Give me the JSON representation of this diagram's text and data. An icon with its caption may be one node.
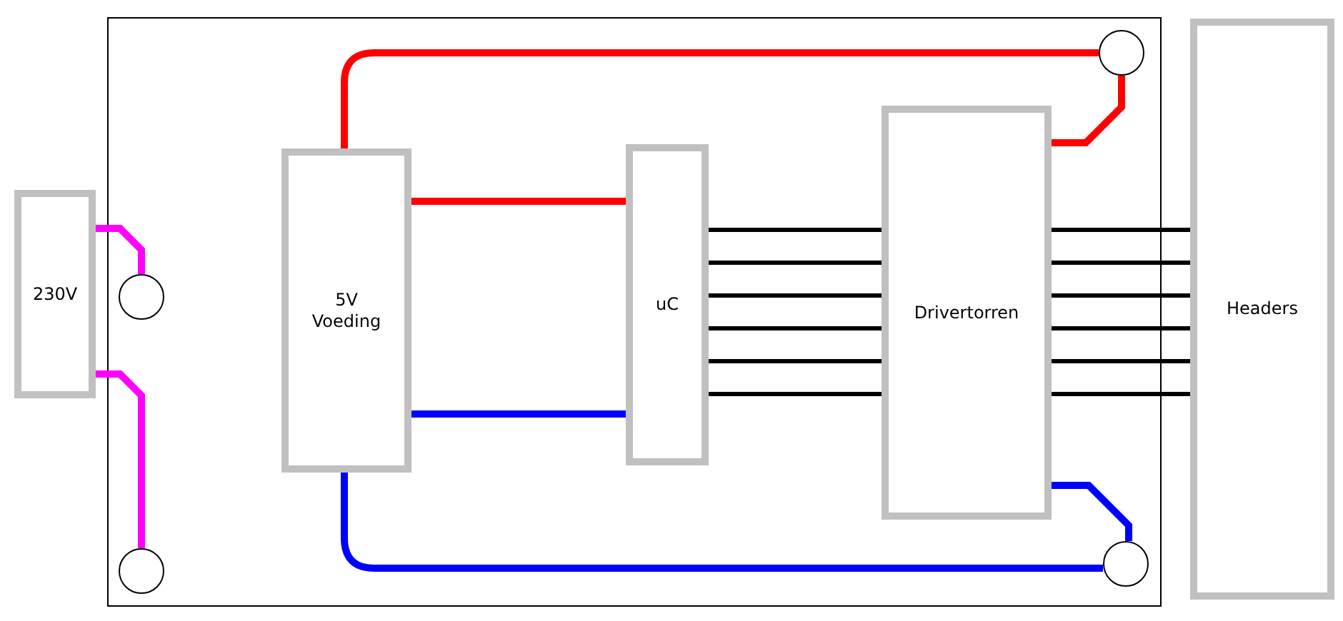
{
  "diagram": {
    "nodes": [
      {
        "text": [],
        "shape": "box"
      },
      {
        "text": [
          "230V"
        ]
      },
      {
        "text": [
          "5V Voeding"
        ],
        "in": 0
      },
      {
        "text": [
          "uC"
        ],
        "in": 0
      },
      {
        "text": [
          "Drivertorren"
        ],
        "in": 0
      },
      {
        "text": [
          "Headers"
        ]
      },
      {
        "text": [],
        "shape": "circle",
        "in": 0
      },
      {
        "text": [],
        "shape": "circle",
        "in": 0
      },
      {
        "text": [],
        "shape": "circle",
        "in": 0
      },
      {
        "text": [],
        "shape": "circle",
        "in": 0
      }
    ],
    "edges": [
      {
        "from": 1,
        "to": 6,
        "arrow": "none",
        "color": "#ff00ff"
      },
      {
        "from": 1,
        "to": 7,
        "arrow": "none",
        "color": "#ff00ff"
      },
      {
        "from": 2,
        "to": 8,
        "arrow": "none",
        "color": "#ff0000"
      },
      {
        "from": 4,
        "to": 8,
        "arrow": "none",
        "color": "#ff0000"
      },
      {
        "from": 2,
        "to": 3,
        "arrow": "none",
        "color": "#ff0000"
      },
      {
        "from": 2,
        "to": 3,
        "arrow": "none",
        "color": "#0000ff"
      },
      {
        "from": 2,
        "to": 9,
        "arrow": "none",
        "color": "#0000ff"
      },
      {
        "from": 4,
        "to": 9,
        "arrow": "none",
        "color": "#0000ff"
      },
      {
        "from": 3,
        "to": 4,
        "arrow": "none"
      },
      {
        "from": 3,
        "to": 4,
        "arrow": "none"
      },
      {
        "from": 3,
        "to": 4,
        "arrow": "none"
      },
      {
        "from": 3,
        "to": 4,
        "arrow": "none"
      },
      {
        "from": 3,
        "to": 4,
        "arrow": "none"
      },
      {
        "from": 3,
        "to": 4,
        "arrow": "none"
      },
      {
        "from": 4,
        "to": 5,
        "arrow": "none"
      },
      {
        "from": 4,
        "to": 5,
        "arrow": "none"
      },
      {
        "from": 4,
        "to": 5,
        "arrow": "none"
      },
      {
        "from": 4,
        "to": 5,
        "arrow": "none"
      },
      {
        "from": 4,
        "to": 5,
        "arrow": "none"
      },
      {
        "from": 4,
        "to": 5,
        "arrow": "none"
      }
    ]
  }
}
